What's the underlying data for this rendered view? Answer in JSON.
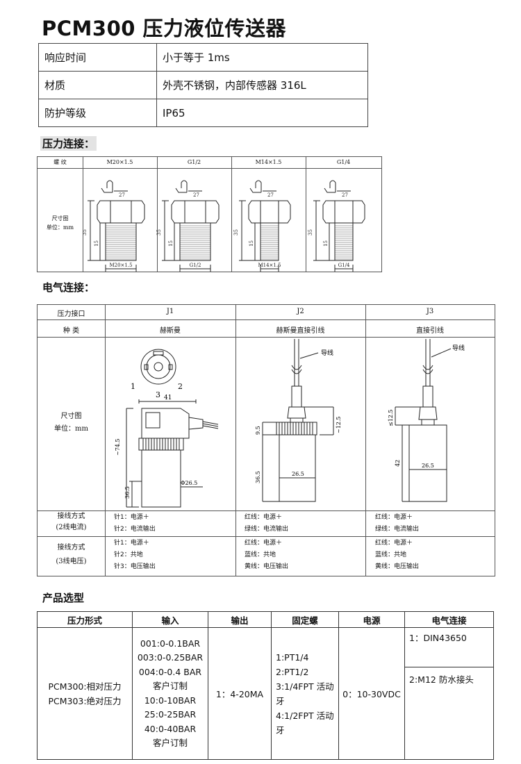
{
  "title": "PCM300 压力液位传送器",
  "specs": [
    {
      "label": "响应时间",
      "value": "小于等于 1ms"
    },
    {
      "label": "材质",
      "value": "外壳不锈钢，内部传感器 316L"
    },
    {
      "label": "防护等级",
      "value": "IP65"
    }
  ],
  "sections": {
    "pressure": "压力连接：",
    "electrical": "电气连接：",
    "selection": "产品选型"
  },
  "mech": {
    "thread_label": "螺 纹",
    "threads": [
      "M20×1.5",
      "G1/2",
      "M14×1.5",
      "G1/4"
    ],
    "dim_label": "尺寸图",
    "unit_label": "单位：mm",
    "dims": {
      "hex": "27",
      "total": "35",
      "thread": "15"
    },
    "bottom": [
      "M20×1.5",
      "G1/2",
      "M14×1.5",
      "G1/4"
    ]
  },
  "elec": {
    "row1_label": "压力接口",
    "row2_label": "种 类",
    "cols": [
      "J1",
      "J2",
      "J3"
    ],
    "types": [
      "赫斯曼",
      "赫斯曼直接引线",
      "直接引线"
    ],
    "dim_label": "尺寸图",
    "unit_label": "单位：mm",
    "j1": {
      "pin1": "1",
      "pin2": "2",
      "pin3": "3",
      "w": "41",
      "h": "~74.5",
      "b": "36.5",
      "d": "Φ26.5"
    },
    "j2": {
      "lead": "导线",
      "a": "9.5",
      "b": "~12.5",
      "c": "36.5",
      "w": "26.5"
    },
    "j3": {
      "lead": "导线",
      "a": "≤12.5",
      "h": "42",
      "w": "26.5"
    },
    "wire2_label": [
      "接线方式",
      "(2线电流)"
    ],
    "wire3_label": [
      "接线方式",
      "(3线电压)"
    ],
    "wire2": [
      [
        "针1：电源＋",
        "针2：电流输出"
      ],
      [
        "红线：电源＋",
        "绿线：电流输出"
      ],
      [
        "红线：电源＋",
        "绿线：电流输出"
      ]
    ],
    "wire3": [
      [
        "针1：电源＋",
        "针2：共地",
        "针3：电压输出"
      ],
      [
        "红线：电源＋",
        "蓝线：共地",
        "黄线：电压输出"
      ],
      [
        "红线：电源＋",
        "蓝线：共地",
        "黄线：电压输出"
      ]
    ]
  },
  "selection": {
    "headers": [
      "压力形式",
      "输入",
      "输出",
      "固定螺",
      "电源",
      "电气连接"
    ],
    "models": [
      "PCM300:相对压力",
      "PCM303:绝对压力"
    ],
    "inputs": [
      "001:0-0.1BAR",
      "003:0-0.25BAR",
      "004:0-0.4 BAR",
      "客户订制",
      "10:0-10BAR",
      "25:0-25BAR",
      "40:0-40BAR",
      "客户订制"
    ],
    "output": "1：4-20MA",
    "fixing": [
      "1:PT1/4",
      "2:PT1/2",
      "3:1/4FPT 活动牙",
      "4:1/2FPT 活动牙"
    ],
    "power": "0：10-30VDC",
    "conn1": "1：DIN43650",
    "conn2": "2:M12 防水接头"
  }
}
